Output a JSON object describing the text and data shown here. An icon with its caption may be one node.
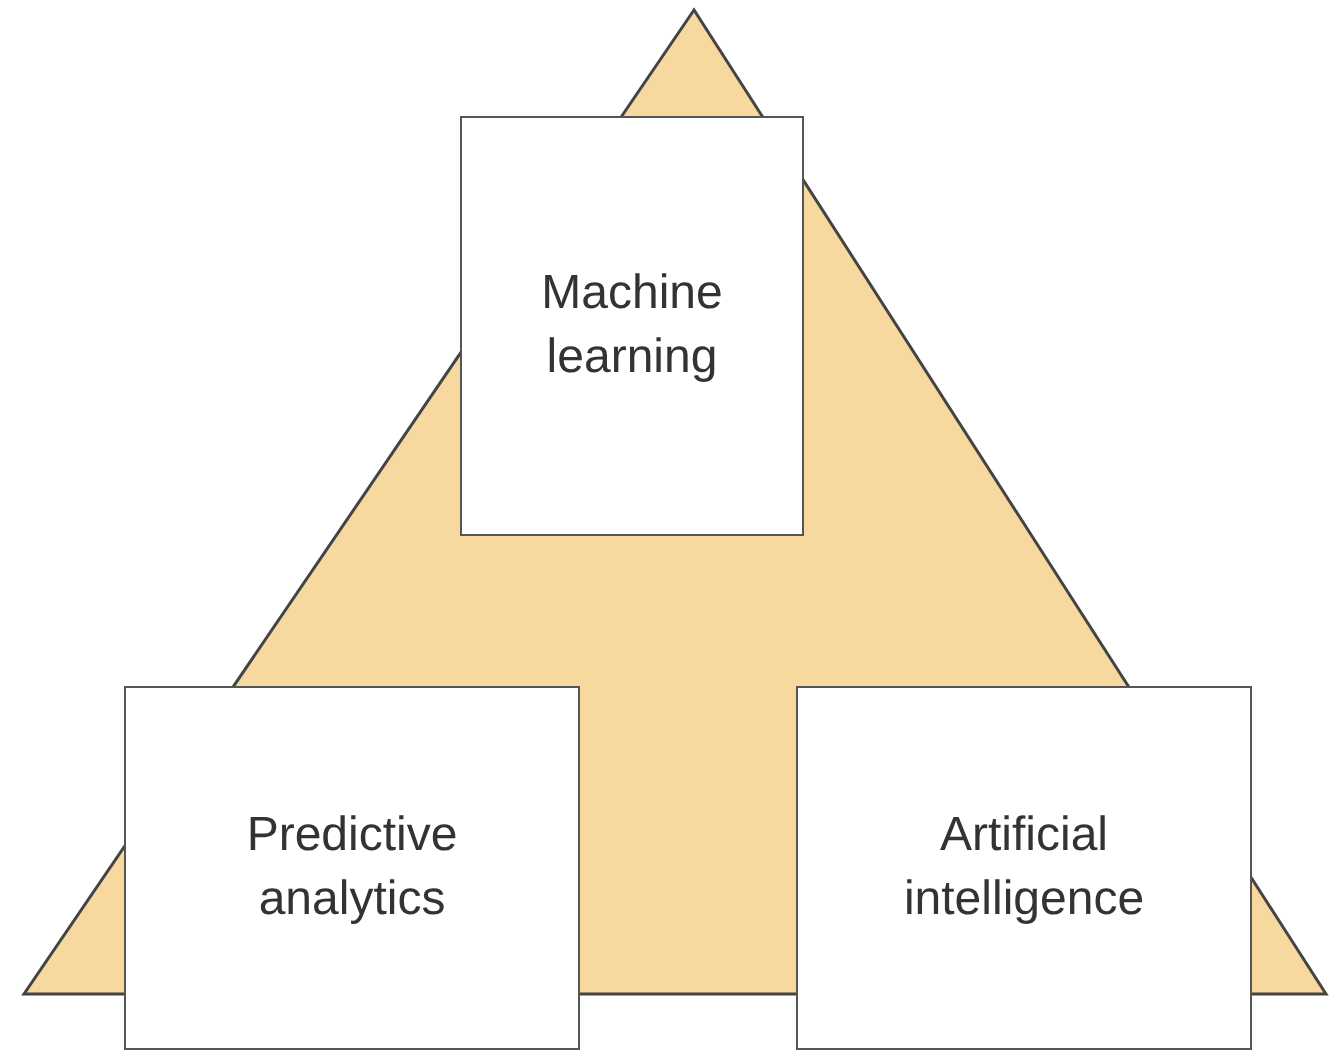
{
  "diagram": {
    "nodes": [
      {
        "text": [
          "Machine learning"
        ]
      },
      {
        "text": [
          "Predictive analytics"
        ]
      },
      {
        "text": [
          "Artificial intelligence"
        ]
      }
    ],
    "edges": []
  }
}
